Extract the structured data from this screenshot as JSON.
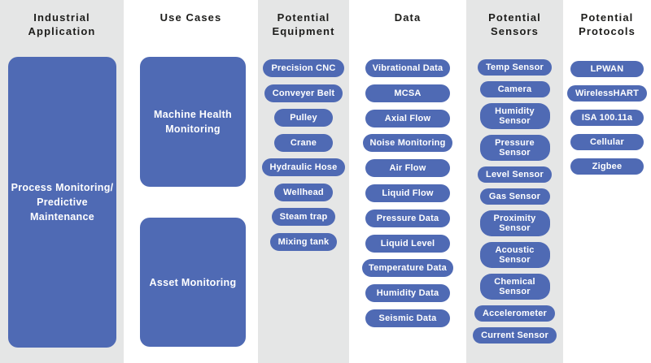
{
  "colors": {
    "pill_blue": "#4f6ab4",
    "column_gray": "#e5e6e6",
    "background": "#ffffff",
    "header_text": "#1d1d1b",
    "pill_text": "#ffffff"
  },
  "columns": [
    {
      "header": "Industrial\nApplication",
      "items": [
        "Process Monitoring/\nPredictive Maintenance"
      ]
    },
    {
      "header": "Use Cases",
      "items": [
        "Machine Health\nMonitoring",
        "Asset Monitoring"
      ]
    },
    {
      "header": "Potential\nEquipment",
      "items": [
        "Precision CNC",
        "Conveyer Belt",
        "Pulley",
        "Crane",
        "Hydraulic Hose",
        "Wellhead",
        "Steam trap",
        "Mixing tank"
      ]
    },
    {
      "header": "Data",
      "items": [
        "Vibrational Data",
        "MCSA",
        "Axial Flow",
        "Noise Monitoring",
        "Air Flow",
        "Liquid Flow",
        "Pressure Data",
        "Liquid Level",
        "Temperature Data",
        "Humidity Data",
        "Seismic Data"
      ]
    },
    {
      "header": "Potential\nSensors",
      "items": [
        "Temp Sensor",
        "Camera",
        "Humidity\nSensor",
        "Pressure\nSensor",
        "Level Sensor",
        "Gas Sensor",
        "Proximity\nSensor",
        "Acoustic\nSensor",
        "Chemical\nSensor",
        "Accelerometer",
        "Current Sensor"
      ]
    },
    {
      "header": "Potential\nProtocols",
      "items": [
        "LPWAN",
        "WirelessHART",
        "ISA 100.11a",
        "Cellular",
        "Zigbee"
      ]
    }
  ]
}
